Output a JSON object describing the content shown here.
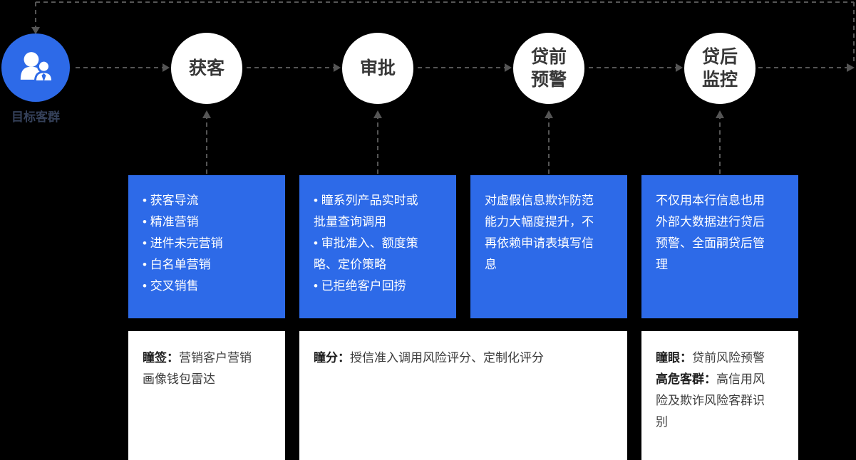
{
  "colors": {
    "background": "#000000",
    "accent_blue": "#2D6AE8",
    "connector": "#555555",
    "stage_text": "#383838",
    "card_text": "#FFFFFF",
    "note_text": "#3D3D3D",
    "note_label_text": "#1F1F1F",
    "source_label_text": "#35415A"
  },
  "flow": {
    "source": {
      "label": "目标客群",
      "icon": "users-icon"
    },
    "stages": [
      {
        "label": "获客"
      },
      {
        "label": "审批"
      },
      {
        "label": "贷前预警"
      },
      {
        "label": "贷后监控"
      }
    ]
  },
  "capability_cards": [
    {
      "bullets": [
        "获客导流",
        "精准营销",
        "进件未完营销",
        "白名单营销",
        "交叉销售"
      ]
    },
    {
      "bullets": [
        "瞳系列产品实时或批量查询调用",
        "审批准入、额度策略、定价策略",
        "已拒绝客户回捞"
      ]
    },
    {
      "paragraph": "对虚假信息欺诈防范能力大幅度提升，不再依赖申请表填写信息"
    },
    {
      "paragraph": "不仅用本行信息也用外部大数据进行贷后预警、全面嗣贷后管理"
    }
  ],
  "product_notes": [
    {
      "entries": [
        {
          "label": "瞳签：",
          "text": "营销客户营销画像钱包雷达"
        }
      ]
    },
    {
      "entries": [
        {
          "label": "瞳分：",
          "text": "授信准入调用风险评分、定制化评分"
        }
      ]
    },
    {
      "entries": [
        {
          "label": "瞳眼：",
          "text": "贷前风险预警"
        },
        {
          "label": "高危客群：",
          "text": "高信用风险及欺诈风险客群识别"
        }
      ]
    }
  ]
}
